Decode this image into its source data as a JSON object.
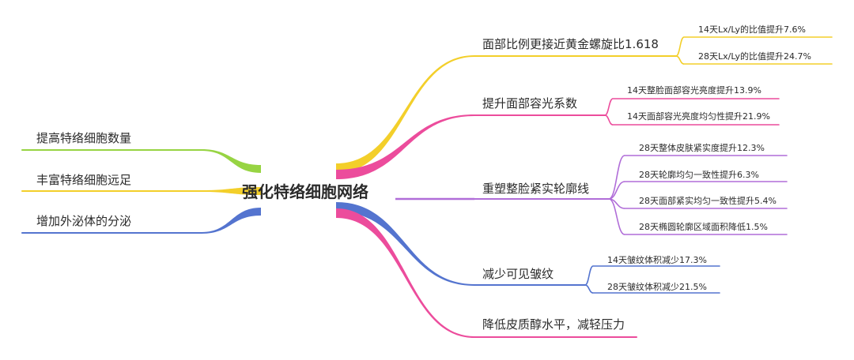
{
  "central": "强化特络细胞网络",
  "colors": {
    "green": "#97D443",
    "yellow": "#F3CF2A",
    "blue": "#5474CF",
    "magenta": "#EC4C9C",
    "purple": "#B06DD8"
  },
  "left_branches": [
    {
      "label": "提高特络细胞数量",
      "color": "green"
    },
    {
      "label": "丰富特络细胞远足",
      "color": "yellow"
    },
    {
      "label": "增加外泌体的分泌",
      "color": "blue"
    }
  ],
  "right_branches": [
    {
      "label": "面部比例更接近黄金螺旋比1.618",
      "color": "yellow",
      "children": [
        "14天Lx/Ly的比值提升7.6%",
        "28天Lx/Ly的比值提升24.7%"
      ]
    },
    {
      "label": "提升面部容光系数",
      "color": "magenta",
      "children": [
        "14天整脸面部容光亮度提升13.9%",
        "14天面部容光亮度均匀性提升21.9%"
      ]
    },
    {
      "label": "重塑整脸紧实轮廓线",
      "color": "purple",
      "children": [
        "28天整体皮肤紧实度提升12.3%",
        "28天轮廓均匀一致性提升6.3%",
        "28天面部紧实均匀一致性提升5.4%",
        "28天椭圆轮廓区域面积降低1.5%"
      ]
    },
    {
      "label": "减少可见皱纹",
      "color": "blue",
      "children": [
        "14天皱纹体积减少17.3%",
        "28天皱纹体积减少21.5%"
      ]
    },
    {
      "label": "降低皮质醇水平，减轻压力",
      "color": "magenta",
      "children": []
    }
  ]
}
